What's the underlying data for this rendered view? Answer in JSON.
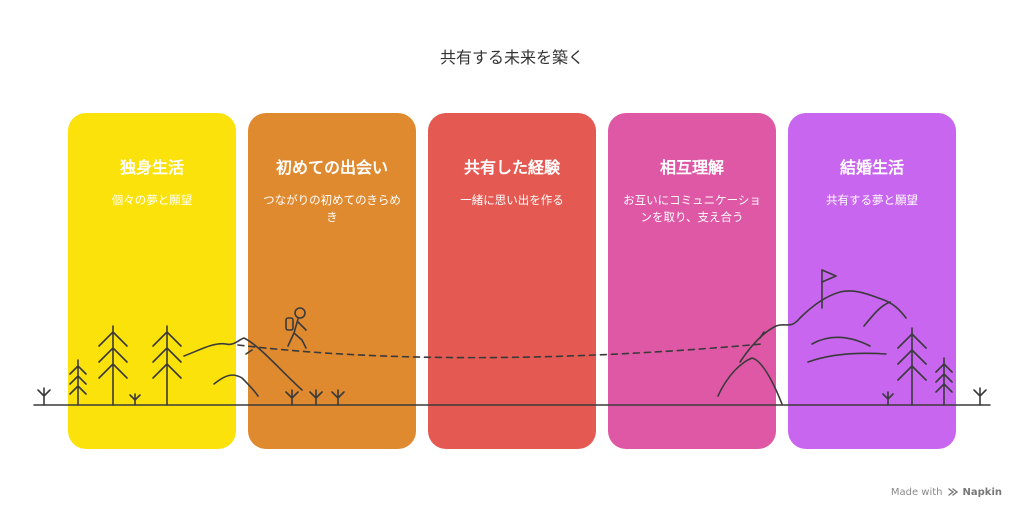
{
  "title": "共有する未来を築く",
  "cards": [
    {
      "title": "独身生活",
      "desc": "個々の夢と願望",
      "color": "#FBE20A"
    },
    {
      "title": "初めての出会い",
      "desc": "つながりの初めてのきらめき",
      "color": "#E08A30"
    },
    {
      "title": "共有した経験",
      "desc": "一緒に思い出を作る",
      "color": "#E45A53"
    },
    {
      "title": "相互理解",
      "desc": "お互いにコミュニケーションを取り、支え合う",
      "color": "#DE58A6"
    },
    {
      "title": "結婚生活",
      "desc": "共有する夢と願望",
      "color": "#C966F0"
    }
  ],
  "footer": {
    "prefix": "Made with",
    "brand": "Napkin"
  }
}
